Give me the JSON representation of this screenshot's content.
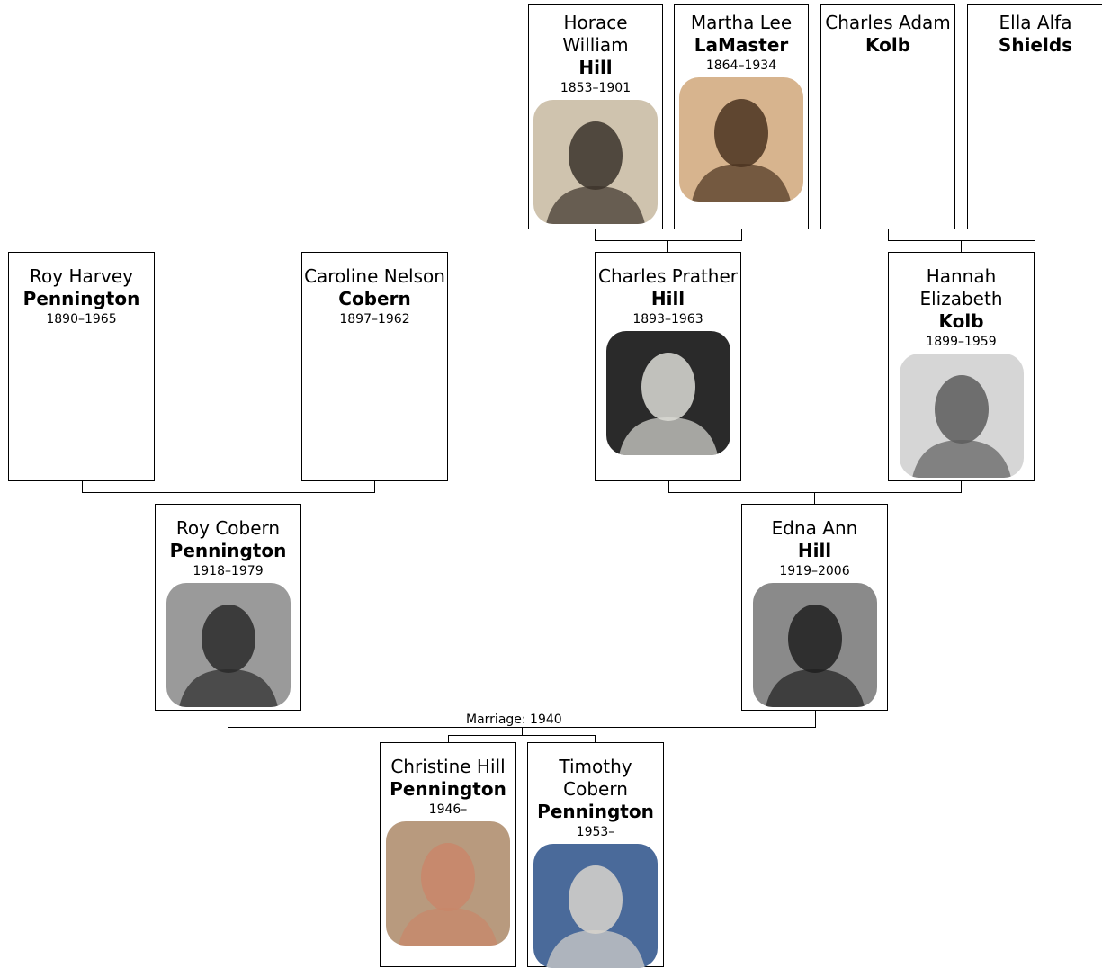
{
  "people": {
    "horace": {
      "given": "Horace William",
      "surname": "Hill",
      "dates": "1853–1901",
      "photo": "portrait-photo"
    },
    "martha": {
      "given": "Martha Lee",
      "surname": "LaMaster",
      "dates": "1864–1934",
      "photo": "portrait-photo"
    },
    "charlesA": {
      "given": "Charles Adam",
      "surname": "Kolb",
      "dates": ""
    },
    "ella": {
      "given": "Ella Alfa",
      "surname": "Shields",
      "dates": ""
    },
    "royH": {
      "given": "Roy Harvey",
      "surname": "Pennington",
      "dates": "1890–1965"
    },
    "caroline": {
      "given": "Caroline Nelson",
      "surname": "Cobern",
      "dates": "1897–1962"
    },
    "charlesP": {
      "given": "Charles Prather",
      "surname": "Hill",
      "dates": "1893–1963",
      "photo": "portrait-photo"
    },
    "hannah": {
      "given": "Hannah Elizabeth",
      "surname": "Kolb",
      "dates": "1899–1959",
      "photo": "portrait-photo"
    },
    "royC": {
      "given": "Roy Cobern",
      "surname": "Pennington",
      "dates": "1918–1979",
      "photo": "portrait-photo"
    },
    "edna": {
      "given": "Edna Ann",
      "surname": "Hill",
      "dates": "1919–2006",
      "photo": "portrait-photo"
    },
    "christine": {
      "given": "Christine Hill",
      "surname": "Pennington",
      "dates": "1946–",
      "photo": "portrait-photo"
    },
    "timothy": {
      "given": "Timothy Cobern",
      "surname": "Pennington",
      "dates": "1953–",
      "photo": "portrait-photo"
    }
  },
  "marriage_label": "Marriage: 1940",
  "colors": {
    "border": "#000000",
    "background": "#ffffff"
  }
}
